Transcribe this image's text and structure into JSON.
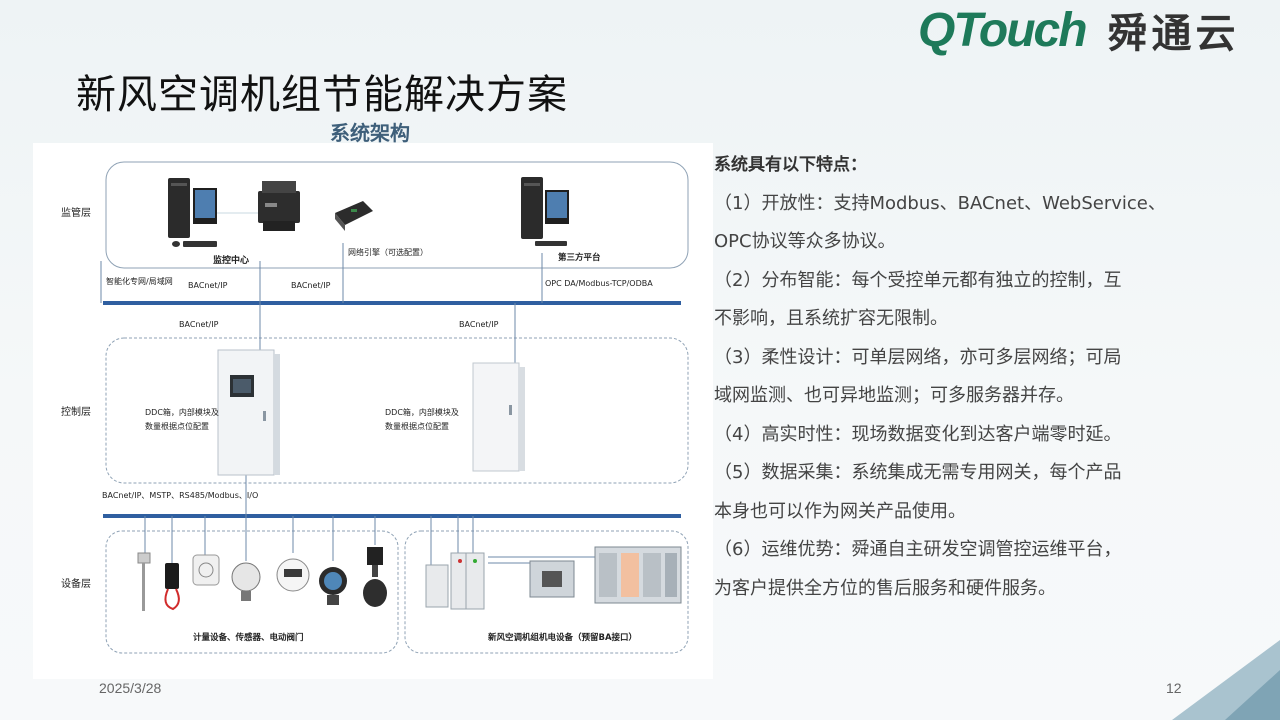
{
  "brand": {
    "logo_latin": "QTouch",
    "logo_cn": "舜通云"
  },
  "title": "新风空调机组节能解决方案",
  "subtitle": "系统架构",
  "diagram": {
    "layers": {
      "monitor": "监管层",
      "control": "控制层",
      "device": "设备层"
    },
    "labels": {
      "monitor_center": "监控中心",
      "gateway": "网络引擎（可选配置）",
      "third_party": "第三方平台",
      "lan": "智能化专网/局域网",
      "bacnet_ip_1": "BACnet/IP",
      "bacnet_ip_2": "BACnet/IP",
      "opc": "OPC DA/Modbus-TCP/ODBA",
      "bacnet_ip_3": "BACnet/IP",
      "bacnet_ip_4": "BACnet/IP",
      "ddc_1a": "DDC箱，内部模块及",
      "ddc_1b": "数量根据点位配置",
      "ddc_2a": "DDC箱，内部模块及",
      "ddc_2b": "数量根据点位配置",
      "fieldbus": "BACnet/IP、MSTP、RS485/Modbus、I/O",
      "meters": "计量设备、传感器、电动阀门",
      "ahu": "新风空调机组机电设备（预留BA接口）"
    }
  },
  "features": {
    "heading": "系统具有以下特点：",
    "lines": [
      "（1）开放性：支持Modbus、BACnet、WebService、",
      "OPC协议等众多协议。",
      "（2）分布智能：每个受控单元都有独立的控制，互",
      "不影响，且系统扩容无限制。",
      "（3）柔性设计：可单层网络，亦可多层网络；可局",
      "域网监测、也可异地监测；可多服务器并存。",
      "（4）高实时性：现场数据变化到达客户端零时延。",
      "（5）数据采集：系统集成无需专用网关，每个产品",
      "本身也可以作为网关产品使用。",
      "（6）运维优势：舜通自主研发空调管控运维平台，",
      "为客户提供全方位的售后服务和硬件服务。"
    ]
  },
  "footer": {
    "date": "2025/3/28",
    "page": "12"
  },
  "colors": {
    "brand_green": "#1e7a5a",
    "bus_blue": "#2f5fa0",
    "subtitle": "#3e5f7a"
  }
}
